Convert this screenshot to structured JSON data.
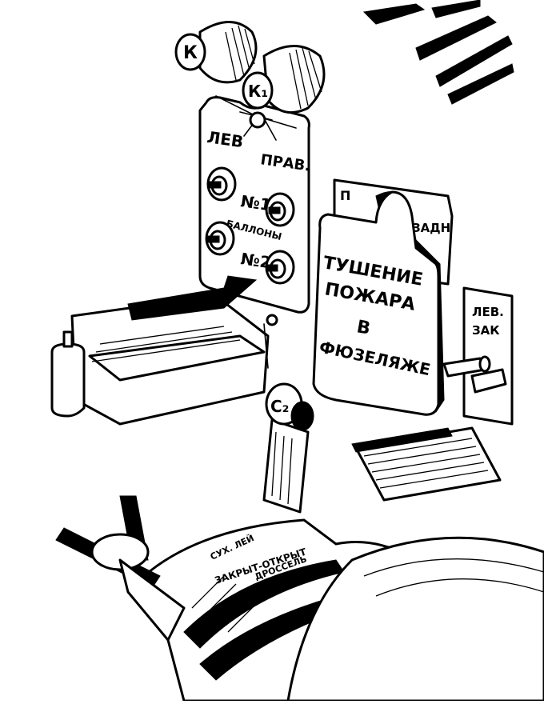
{
  "knobs": {
    "left_label": "К",
    "right_label": "К₁"
  },
  "bottle_panel": {
    "left_label": "ЛЕВ",
    "right_label": "ПРАВ.",
    "row1_label": "№1",
    "middle_label": "БАЛЛОНЫ",
    "row2_label": "№2"
  },
  "cover": {
    "line1": "ТУШЕНИЕ",
    "line2": "ПОЖАРА",
    "line3": "В",
    "line4": "ФЮЗЕЛЯЖЕ"
  },
  "back_plate": {
    "top_fragment": "П",
    "side_fragment": "ЗАДН"
  },
  "right_plate": {
    "line1": "ЛЕВ.",
    "line2": "ЗАК"
  },
  "lever_knob": {
    "label": "С₂"
  },
  "quadrant_strips": {
    "strip1": "СУХ. ЛЕЙ",
    "strip2": "ЗАКРЫТ-ОТКРЫТ",
    "strip3": "ДРОССЕЛЬ"
  }
}
